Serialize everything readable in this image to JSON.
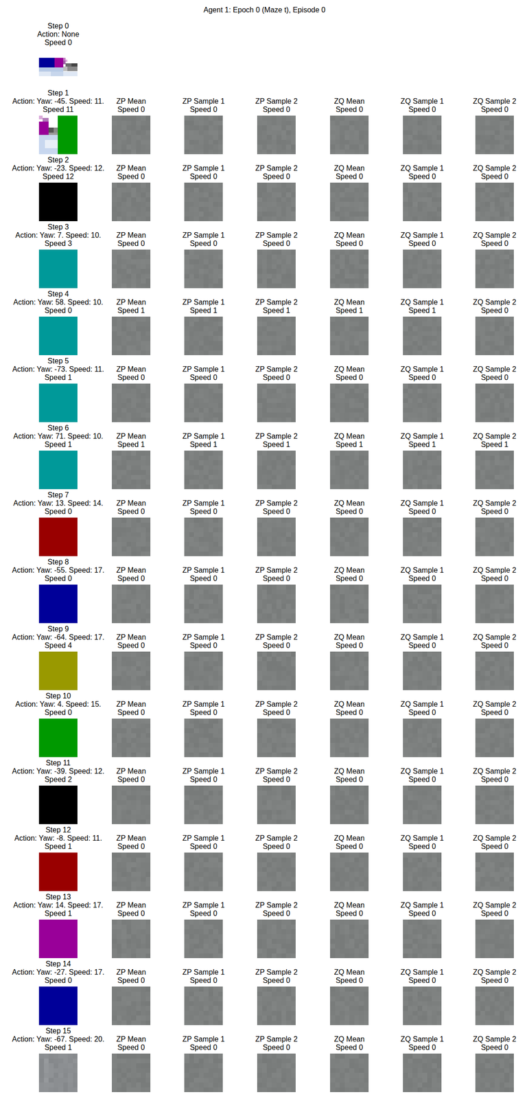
{
  "diagram": {
    "title": "Agent 1: Epoch 0 (Maze t), Episode 0",
    "nodes": [
      {
        "text": [
          "Step 0",
          "Action: None",
          "Speed 0"
        ]
      },
      {
        "text": [
          "Step 1",
          "Action: Yaw: -45. Speed: 11.",
          "Speed 11"
        ]
      },
      {
        "text": [
          "ZP Mean",
          "Speed 0"
        ]
      },
      {
        "text": [
          "ZP Sample 1",
          "Speed 0"
        ]
      },
      {
        "text": [
          "ZP Sample 2",
          "Speed 0"
        ]
      },
      {
        "text": [
          "ZQ Mean",
          "Speed 0"
        ]
      },
      {
        "text": [
          "ZQ Sample 1",
          "Speed 0"
        ]
      },
      {
        "text": [
          "ZQ Sample 2",
          "Speed 0"
        ]
      },
      {
        "text": [
          "Step 2",
          "Action: Yaw: -23. Speed: 12.",
          "Speed 12"
        ]
      },
      {
        "text": [
          "ZP Mean",
          "Speed 0"
        ]
      },
      {
        "text": [
          "ZP Sample 1",
          "Speed 0"
        ]
      },
      {
        "text": [
          "ZP Sample 2",
          "Speed 0"
        ]
      },
      {
        "text": [
          "ZQ Mean",
          "Speed 0"
        ]
      },
      {
        "text": [
          "ZQ Sample 1",
          "Speed 0"
        ]
      },
      {
        "text": [
          "ZQ Sample 2",
          "Speed 0"
        ]
      },
      {
        "text": [
          "Step 3",
          "Action: Yaw: 7. Speed: 10.",
          "Speed 3"
        ]
      },
      {
        "text": [
          "ZP Mean",
          "Speed 0"
        ]
      },
      {
        "text": [
          "ZP Sample 1",
          "Speed 0"
        ]
      },
      {
        "text": [
          "ZP Sample 2",
          "Speed 0"
        ]
      },
      {
        "text": [
          "ZQ Mean",
          "Speed 0"
        ]
      },
      {
        "text": [
          "ZQ Sample 1",
          "Speed 0"
        ]
      },
      {
        "text": [
          "ZQ Sample 2",
          "Speed 0"
        ]
      },
      {
        "text": [
          "Step 4",
          "Action: Yaw: 58. Speed: 10.",
          "Speed 0"
        ]
      },
      {
        "text": [
          "ZP Mean",
          "Speed 1"
        ]
      },
      {
        "text": [
          "ZP Sample 1",
          "Speed 1"
        ]
      },
      {
        "text": [
          "ZP Sample 2",
          "Speed 1"
        ]
      },
      {
        "text": [
          "ZQ Mean",
          "Speed 1"
        ]
      },
      {
        "text": [
          "ZQ Sample 1",
          "Speed 1"
        ]
      },
      {
        "text": [
          "ZQ Sample 2",
          "Speed 0"
        ]
      },
      {
        "text": [
          "Step 5",
          "Action: Yaw: -73. Speed: 11.",
          "Speed 1"
        ]
      },
      {
        "text": [
          "ZP Mean",
          "Speed 0"
        ]
      },
      {
        "text": [
          "ZP Sample 1",
          "Speed 0"
        ]
      },
      {
        "text": [
          "ZP Sample 2",
          "Speed 0"
        ]
      },
      {
        "text": [
          "ZQ Mean",
          "Speed 0"
        ]
      },
      {
        "text": [
          "ZQ Sample 1",
          "Speed 0"
        ]
      },
      {
        "text": [
          "ZQ Sample 2",
          "Speed 0"
        ]
      },
      {
        "text": [
          "Step 6",
          "Action: Yaw: 71. Speed: 10.",
          "Speed 1"
        ]
      },
      {
        "text": [
          "ZP Mean",
          "Speed 1"
        ]
      },
      {
        "text": [
          "ZP Sample 1",
          "Speed 1"
        ]
      },
      {
        "text": [
          "ZP Sample 2",
          "Speed 1"
        ]
      },
      {
        "text": [
          "ZQ Mean",
          "Speed 1"
        ]
      },
      {
        "text": [
          "ZQ Sample 1",
          "Speed 1"
        ]
      },
      {
        "text": [
          "ZQ Sample 2",
          "Speed 1"
        ]
      },
      {
        "text": [
          "Step 7",
          "Action: Yaw: 13. Speed: 14.",
          "Speed 0"
        ]
      },
      {
        "text": [
          "ZP Mean",
          "Speed 0"
        ]
      },
      {
        "text": [
          "ZP Sample 1",
          "Speed 0"
        ]
      },
      {
        "text": [
          "ZP Sample 2",
          "Speed 0"
        ]
      },
      {
        "text": [
          "ZQ Mean",
          "Speed 0"
        ]
      },
      {
        "text": [
          "ZQ Sample 1",
          "Speed 0"
        ]
      },
      {
        "text": [
          "ZQ Sample 2",
          "Speed 0"
        ]
      },
      {
        "text": [
          "Step 8",
          "Action: Yaw: -55. Speed: 17.",
          "Speed 0"
        ]
      },
      {
        "text": [
          "ZP Mean",
          "Speed 0"
        ]
      },
      {
        "text": [
          "ZP Sample 1",
          "Speed 0"
        ]
      },
      {
        "text": [
          "ZP Sample 2",
          "Speed 0"
        ]
      },
      {
        "text": [
          "ZQ Mean",
          "Speed 0"
        ]
      },
      {
        "text": [
          "ZQ Sample 1",
          "Speed 0"
        ]
      },
      {
        "text": [
          "ZQ Sample 2",
          "Speed 0"
        ]
      },
      {
        "text": [
          "Step 9",
          "Action: Yaw: -64. Speed: 17.",
          "Speed 4"
        ]
      },
      {
        "text": [
          "ZP Mean",
          "Speed 0"
        ]
      },
      {
        "text": [
          "ZP Sample 1",
          "Speed 0"
        ]
      },
      {
        "text": [
          "ZP Sample 2",
          "Speed 0"
        ]
      },
      {
        "text": [
          "ZQ Mean",
          "Speed 0"
        ]
      },
      {
        "text": [
          "ZQ Sample 1",
          "Speed 0"
        ]
      },
      {
        "text": [
          "ZQ Sample 2",
          "Speed 0"
        ]
      },
      {
        "text": [
          "Step 10",
          "Action: Yaw: 4. Speed: 15.",
          "Speed 0"
        ]
      },
      {
        "text": [
          "ZP Mean",
          "Speed 0"
        ]
      },
      {
        "text": [
          "ZP Sample 1",
          "Speed 0"
        ]
      },
      {
        "text": [
          "ZP Sample 2",
          "Speed 0"
        ]
      },
      {
        "text": [
          "ZQ Mean",
          "Speed 0"
        ]
      },
      {
        "text": [
          "ZQ Sample 1",
          "Speed 0"
        ]
      },
      {
        "text": [
          "ZQ Sample 2",
          "Speed 0"
        ]
      },
      {
        "text": [
          "Step 11",
          "Action: Yaw: -39. Speed: 12.",
          "Speed 2"
        ]
      },
      {
        "text": [
          "ZP Mean",
          "Speed 0"
        ]
      },
      {
        "text": [
          "ZP Sample 1",
          "Speed 0"
        ]
      },
      {
        "text": [
          "ZP Sample 2",
          "Speed 0"
        ]
      },
      {
        "text": [
          "ZQ Mean",
          "Speed 0"
        ]
      },
      {
        "text": [
          "ZQ Sample 1",
          "Speed 0"
        ]
      },
      {
        "text": [
          "ZQ Sample 2",
          "Speed 0"
        ]
      },
      {
        "text": [
          "Step 12",
          "Action: Yaw: -8. Speed: 11.",
          "Speed 1"
        ]
      },
      {
        "text": [
          "ZP Mean",
          "Speed 0"
        ]
      },
      {
        "text": [
          "ZP Sample 1",
          "Speed 0"
        ]
      },
      {
        "text": [
          "ZP Sample 2",
          "Speed 0"
        ]
      },
      {
        "text": [
          "ZQ Mean",
          "Speed 0"
        ]
      },
      {
        "text": [
          "ZQ Sample 1",
          "Speed 0"
        ]
      },
      {
        "text": [
          "ZQ Sample 2",
          "Speed 0"
        ]
      },
      {
        "text": [
          "Step 13",
          "Action: Yaw: 14. Speed: 17.",
          "Speed 1"
        ]
      },
      {
        "text": [
          "ZP Mean",
          "Speed 0"
        ]
      },
      {
        "text": [
          "ZP Sample 1",
          "Speed 0"
        ]
      },
      {
        "text": [
          "ZP Sample 2",
          "Speed 0"
        ]
      },
      {
        "text": [
          "ZQ Mean",
          "Speed 0"
        ]
      },
      {
        "text": [
          "ZQ Sample 1",
          "Speed 0"
        ]
      },
      {
        "text": [
          "ZQ Sample 2",
          "Speed 0"
        ]
      },
      {
        "text": [
          "Step 14",
          "Action: Yaw: -27. Speed: 17.",
          "Speed 0"
        ]
      },
      {
        "text": [
          "ZP Mean",
          "Speed 0"
        ]
      },
      {
        "text": [
          "ZP Sample 1",
          "Speed 0"
        ]
      },
      {
        "text": [
          "ZP Sample 2",
          "Speed 0"
        ]
      },
      {
        "text": [
          "ZQ Mean",
          "Speed 0"
        ]
      },
      {
        "text": [
          "ZQ Sample 1",
          "Speed 0"
        ]
      },
      {
        "text": [
          "ZQ Sample 2",
          "Speed 0"
        ]
      },
      {
        "text": [
          "Step 15",
          "Action: Yaw: -67. Speed: 20.",
          "Speed 1"
        ]
      },
      {
        "text": [
          "ZP Mean",
          "Speed 0"
        ]
      },
      {
        "text": [
          "ZP Sample 1",
          "Speed 0"
        ]
      },
      {
        "text": [
          "ZP Sample 2",
          "Speed 0"
        ]
      },
      {
        "text": [
          "ZQ Mean",
          "Speed 0"
        ]
      },
      {
        "text": [
          "ZQ Sample 1",
          "Speed 0"
        ]
      },
      {
        "text": [
          "ZQ Sample 2",
          "Speed 0"
        ]
      }
    ]
  }
}
